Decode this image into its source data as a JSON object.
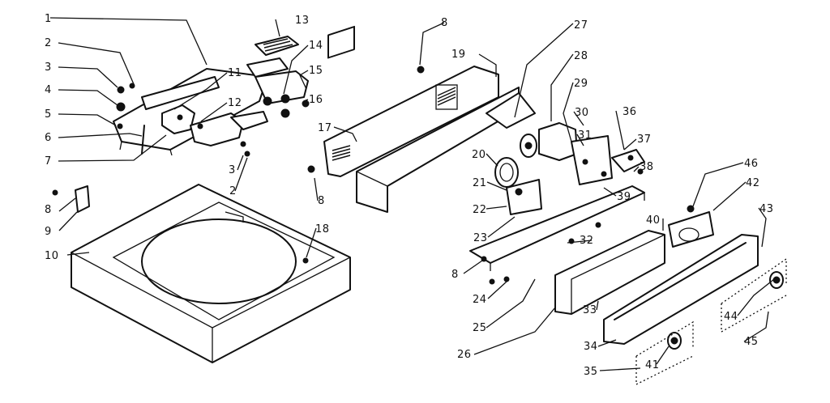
{
  "callouts": [
    {
      "id": "c1",
      "text": "1"
    },
    {
      "id": "c2a",
      "text": "2"
    },
    {
      "id": "c3a",
      "text": "3"
    },
    {
      "id": "c4",
      "text": "4"
    },
    {
      "id": "c5",
      "text": "5"
    },
    {
      "id": "c6",
      "text": "6"
    },
    {
      "id": "c7",
      "text": "7"
    },
    {
      "id": "c8a",
      "text": "8"
    },
    {
      "id": "c9",
      "text": "9"
    },
    {
      "id": "c10",
      "text": "10"
    },
    {
      "id": "c11",
      "text": "11"
    },
    {
      "id": "c12",
      "text": "12"
    },
    {
      "id": "c13",
      "text": "13"
    },
    {
      "id": "c14",
      "text": "14"
    },
    {
      "id": "c15",
      "text": "15"
    },
    {
      "id": "c16",
      "text": "16"
    },
    {
      "id": "c3b",
      "text": "3"
    },
    {
      "id": "c2b",
      "text": "2"
    },
    {
      "id": "c18",
      "text": "18"
    },
    {
      "id": "c8b",
      "text": "8"
    },
    {
      "id": "c19",
      "text": "19"
    },
    {
      "id": "c27",
      "text": "27"
    },
    {
      "id": "c28",
      "text": "28"
    },
    {
      "id": "c29",
      "text": "29"
    },
    {
      "id": "c30",
      "text": "30"
    },
    {
      "id": "c31",
      "text": "31"
    },
    {
      "id": "c36",
      "text": "36"
    },
    {
      "id": "c37",
      "text": "37"
    },
    {
      "id": "c38",
      "text": "38"
    },
    {
      "id": "c17",
      "text": "17"
    },
    {
      "id": "c8c",
      "text": "8"
    },
    {
      "id": "c20",
      "text": "20"
    },
    {
      "id": "c21",
      "text": "21"
    },
    {
      "id": "c22",
      "text": "22"
    },
    {
      "id": "c23",
      "text": "23"
    },
    {
      "id": "c39",
      "text": "39"
    },
    {
      "id": "c46",
      "text": "46"
    },
    {
      "id": "c42",
      "text": "42"
    },
    {
      "id": "c43",
      "text": "43"
    },
    {
      "id": "c40",
      "text": "40"
    },
    {
      "id": "c32",
      "text": "32"
    },
    {
      "id": "c8d",
      "text": "8"
    },
    {
      "id": "c24",
      "text": "24"
    },
    {
      "id": "c25",
      "text": "25"
    },
    {
      "id": "c33",
      "text": "33"
    },
    {
      "id": "c26",
      "text": "26"
    },
    {
      "id": "c34",
      "text": "34"
    },
    {
      "id": "c44",
      "text": "44"
    },
    {
      "id": "c45",
      "text": "45"
    },
    {
      "id": "c41",
      "text": "41"
    },
    {
      "id": "c35",
      "text": "35"
    }
  ]
}
